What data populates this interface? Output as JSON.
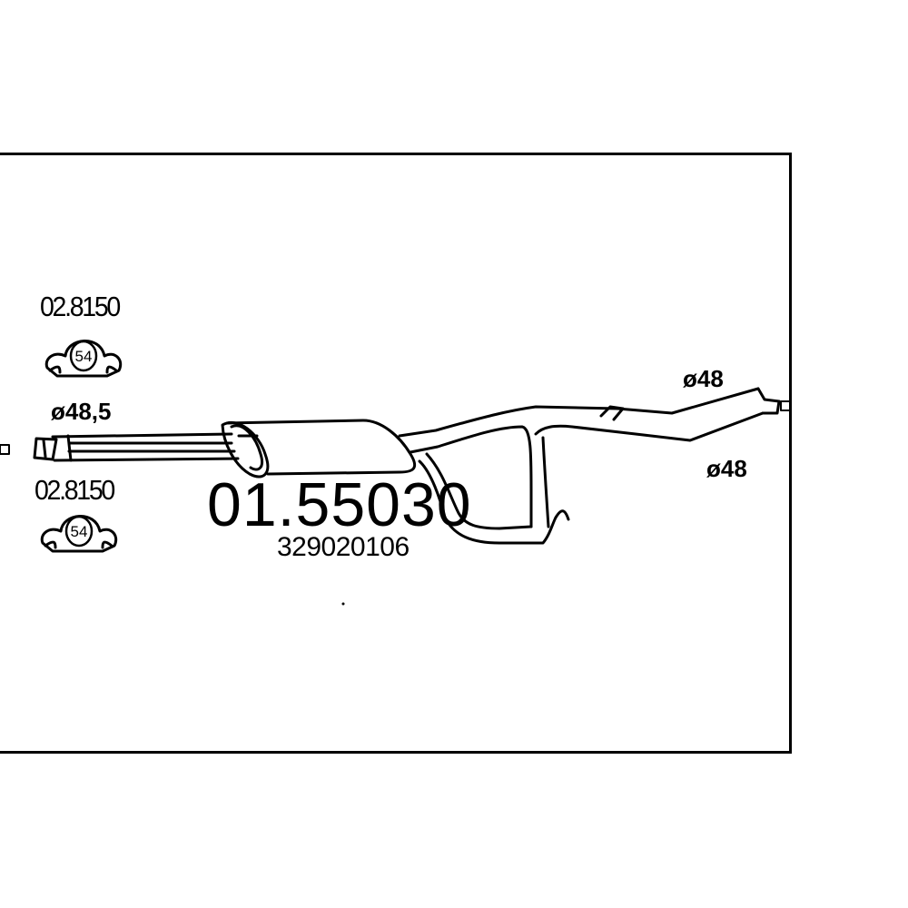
{
  "diagram": {
    "part_number": "01.55030",
    "oem_number": "329020106",
    "clamps": [
      {
        "ref": "02.8150",
        "badge": "54"
      },
      {
        "ref": "02.8150",
        "badge": "54"
      }
    ],
    "diameters": {
      "inlet": "ø48,5",
      "outlet_upper": "ø48",
      "outlet_lower": "ø48"
    },
    "stroke_color": "#000000",
    "background_color": "#ffffff"
  }
}
